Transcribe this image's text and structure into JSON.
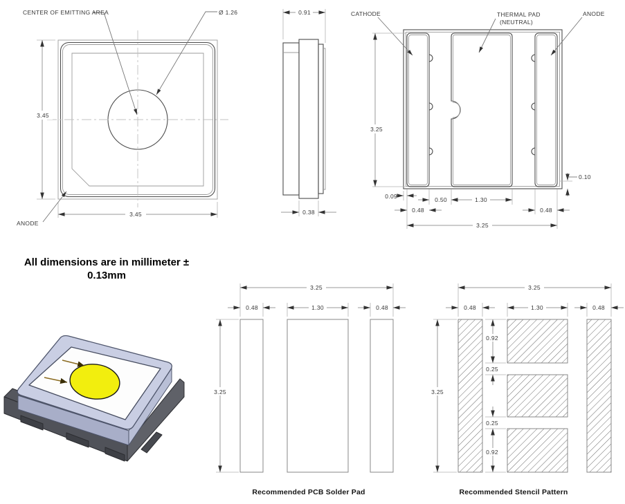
{
  "note": {
    "line1": "All dimensions are in millimeter ±",
    "line2": "0.13mm"
  },
  "top_view": {
    "center_of_emitting_area": "CENTER OF EMITTING AREA",
    "emitting_diameter": "Ø 1.26",
    "height": "3.45",
    "width": "3.45",
    "anode": "ANODE"
  },
  "side_view": {
    "total_width": "0.91",
    "body_width": "0.38"
  },
  "bottom_view": {
    "cathode": "CATHODE",
    "thermal_pad_line1": "THERMAL PAD",
    "thermal_pad_line2": "(NEUTRAL)",
    "anode": "ANODE",
    "height": "3.25",
    "edge_offset": "0.09",
    "cathode_pad_width": "0.48",
    "pad_gap": "0.50",
    "thermal_pad_width": "1.30",
    "anode_pad_width": "0.48",
    "bottom_offset": "0.10",
    "width": "3.25"
  },
  "pcb_pad_view": {
    "caption": "Recommended PCB Solder Pad",
    "width": "3.25",
    "left_pad_width": "0.48",
    "center_pad_width": "1.30",
    "right_pad_width": "0.48",
    "height": "3.25"
  },
  "stencil_view": {
    "caption": "Recommended Stencil Pattern",
    "width": "3.25",
    "left_pad_width": "0.48",
    "center_pad_width": "1.30",
    "right_pad_width": "0.48",
    "height": "3.25",
    "top_segment": "0.92",
    "upper_gap": "0.25",
    "lower_gap": "0.25",
    "bottom_segment": "0.92"
  },
  "render": {
    "colors": {
      "body": "#55575e",
      "bezel": "#c9cee3",
      "surface": "#fdfdfd",
      "emitter": "#f2ee0e"
    }
  }
}
